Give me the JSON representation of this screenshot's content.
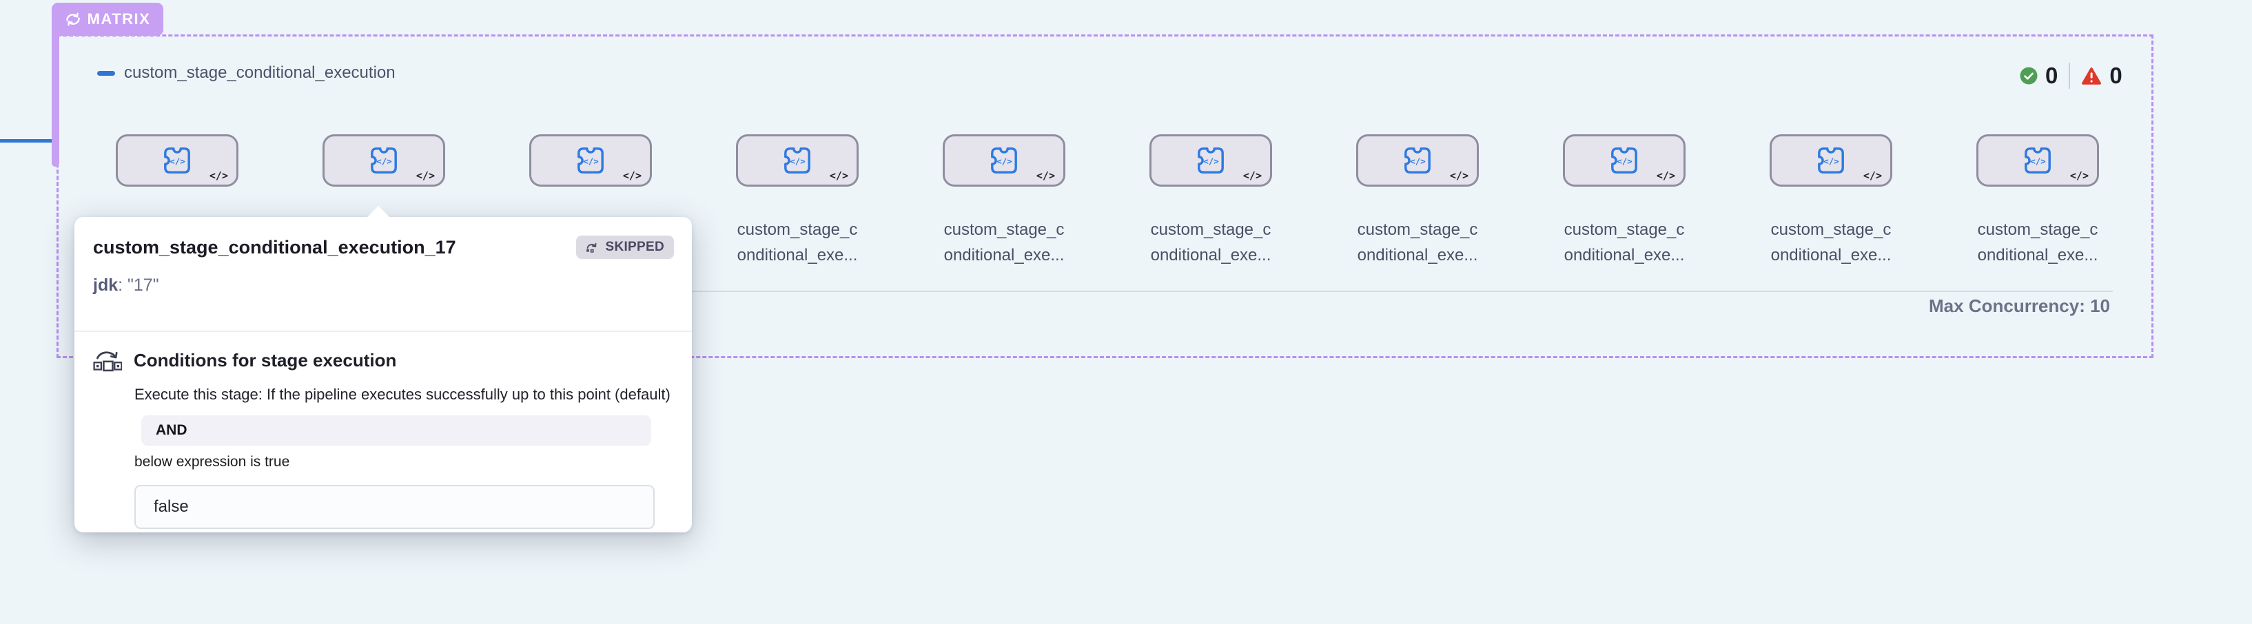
{
  "colors": {
    "accent_purple": "#c79ff3",
    "dashed_border_purple": "#b98ff0",
    "connector_blue": "#2e78d4",
    "node_icon_blue": "#2e7ae0",
    "success_green": "#4f9e55",
    "error_red": "#de3a2c"
  },
  "matrix": {
    "badge_label": "MATRIX",
    "title": "custom_stage_conditional_execution",
    "success_count": "0",
    "failed_count": "0",
    "max_concurrency_label": "Max Concurrency: 10",
    "node_code_glyph": "</>",
    "node_label_line1": "custom_stage_c",
    "node_label_line2": "onditional_exe...",
    "nodes": [
      {
        "label_visible": false
      },
      {
        "label_visible": false
      },
      {
        "label_visible": false
      },
      {
        "label_visible": true
      },
      {
        "label_visible": true
      },
      {
        "label_visible": true
      },
      {
        "label_visible": true
      },
      {
        "label_visible": true
      },
      {
        "label_visible": true
      },
      {
        "label_visible": true
      }
    ]
  },
  "tooltip": {
    "title": "custom_stage_conditional_execution_17",
    "status_label": "SKIPPED",
    "param_key": "jdk",
    "param_rest": ": \"17\"",
    "conditions": {
      "heading": "Conditions for stage execution",
      "description": "Execute this stage: If the pipeline executes successfully up to this point (default)",
      "operator": "AND",
      "expression_hint": "below expression is true",
      "expression_value": "false"
    }
  }
}
